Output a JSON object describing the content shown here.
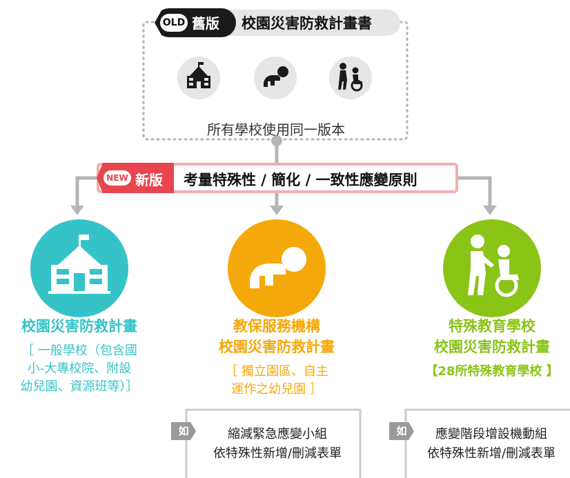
{
  "old": {
    "tag": "OLD",
    "label": "舊版",
    "title": "校園災害防救計畫書",
    "caption": "所有學校使用同一版本"
  },
  "old_icons": [
    "school-icon",
    "crawling-baby-icon",
    "wheelchair-assist-icon"
  ],
  "new": {
    "tag": "NEW",
    "label": "新版",
    "title": "考量特殊性 / 簡化 / 一致性應變原則"
  },
  "plans": [
    {
      "icon": "school-icon",
      "color": "#36c3c8",
      "title_lines": [
        "校園災害防救計畫"
      ],
      "sub_lines": [
        "［ 一般學校（包含國",
        "小-大專校院、附設",
        "幼兒園、資源班等）］"
      ]
    },
    {
      "icon": "crawling-baby-icon",
      "color": "#f5a80a",
      "title_lines": [
        "教保服務機構",
        "校園災害防救計畫"
      ],
      "sub_lines": [
        "［ 獨立園區、自主",
        "運作之幼兒園 ］"
      ]
    },
    {
      "icon": "wheelchair-assist-icon",
      "color": "#8ac417",
      "title_lines": [
        "特殊教育學校",
        "校園災害防救計畫"
      ],
      "sub_lines": [
        "【28所特殊教育學校 】"
      ]
    }
  ],
  "notes": [
    {
      "tag": "如",
      "lines": [
        "縮減緊急應變小組",
        "依特殊性新增/刪減表單"
      ]
    },
    {
      "tag": "如",
      "lines": [
        "應變階段增設機動組",
        "依特殊性新增/刪減表單"
      ]
    }
  ]
}
